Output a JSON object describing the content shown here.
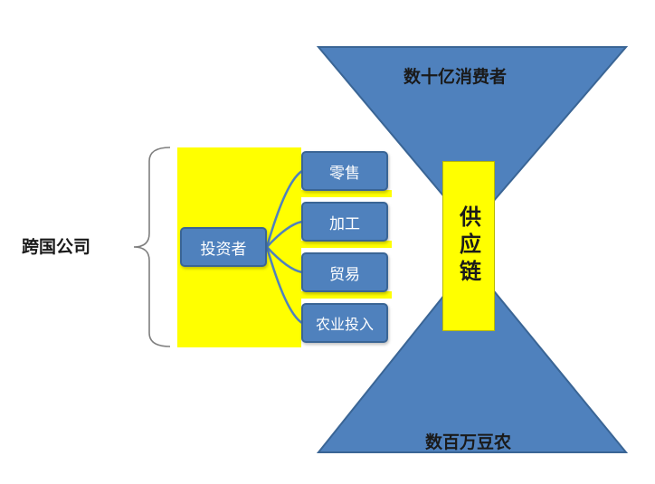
{
  "company": "跨国公司",
  "investor": "投资者",
  "business_types": [
    "零售",
    "加工",
    "贸易",
    "农业投入"
  ],
  "supply_chain": "供应链",
  "consumers": "数十亿消费者",
  "farmers": "数百万豆农",
  "colors": {
    "triangle_blue": "#4f81bd",
    "triangle_border": "#3a6595",
    "highlight_yellow": "#ffff00",
    "box_blue": "#4f81bd"
  }
}
